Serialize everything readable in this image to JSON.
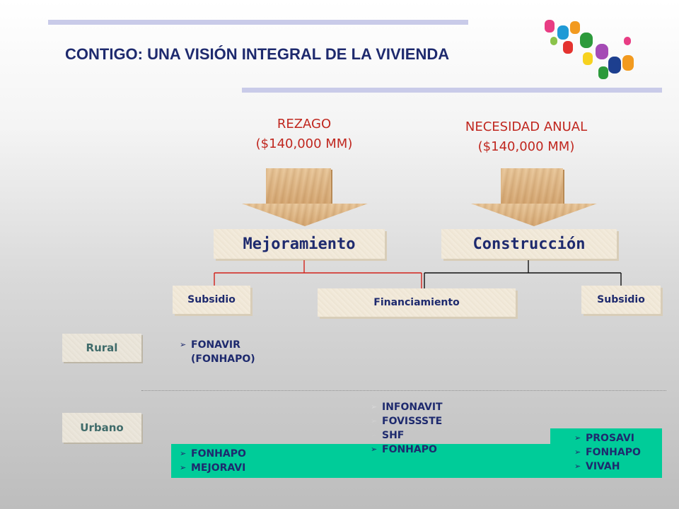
{
  "title": "CONTIGO: UNA VISIÓN INTEGRAL DE LA VIVIENDA",
  "colors": {
    "title": "#1e2a6e",
    "heading_red": "#c0271f",
    "accent_bar": "#c9cbe9",
    "green_band": "#00cc99",
    "row_label_text": "#3f6b6a"
  },
  "left_column": {
    "heading_line1": "REZAGO",
    "heading_line2": "($140,000 MM)",
    "box_label": "Mejoramiento"
  },
  "right_column": {
    "heading_line1": "NECESIDAD ANUAL",
    "heading_line2": "($140,000 MM)",
    "box_label": "Construcción"
  },
  "sub_boxes": {
    "subsidio_left": "Subsidio",
    "financiamiento": "Financiamiento",
    "subsidio_right": "Subsidio"
  },
  "rows": {
    "rural": "Rural",
    "urbano": "Urbano"
  },
  "rural_programs": [
    "FONAVIR",
    "(FONHAPO)"
  ],
  "urban_left_programs": [
    "FONHAPO",
    "MEJORAVI"
  ],
  "urban_mid_programs": [
    "INFONAVIT",
    "FOVISSSTE",
    "SHF",
    "FONHAPO"
  ],
  "urban_right_programs": [
    "PROSAVI",
    "FONHAPO",
    "VIVAH"
  ],
  "icons": {
    "bullet": "arrow-bullet-icon",
    "logo": "hands-logo-icon"
  }
}
